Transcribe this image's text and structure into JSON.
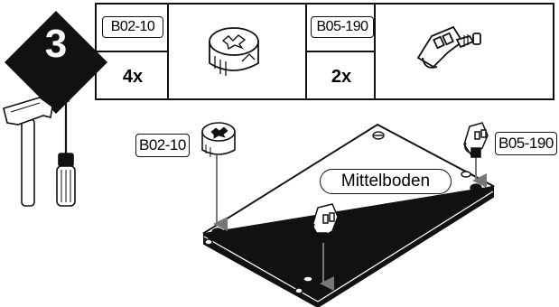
{
  "step": {
    "number": "3"
  },
  "parts": [
    {
      "code": "B02-10",
      "quantity": "4x",
      "icon": "cam-lock-icon"
    },
    {
      "code": "B05-190",
      "quantity": "2x",
      "icon": "shelf-support-icon"
    }
  ],
  "tools": [
    {
      "icon": "hammer-icon"
    },
    {
      "icon": "screwdriver-icon"
    }
  ],
  "callouts": {
    "cam_lock_code": "B02-10",
    "shelf_support_code": "B05-190",
    "board_name": "Mittelboden"
  }
}
